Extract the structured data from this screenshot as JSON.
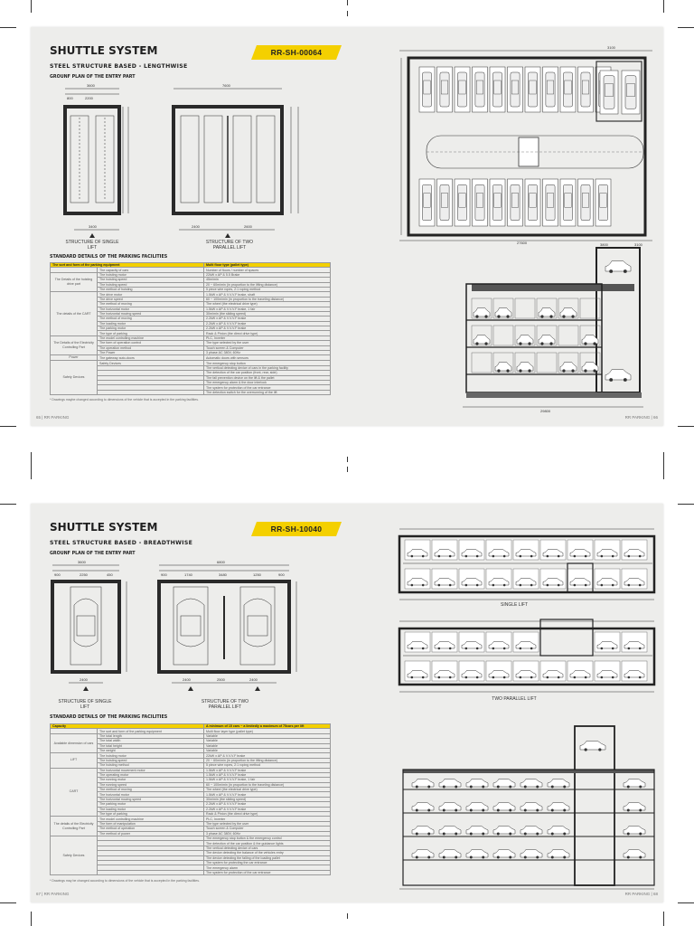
{
  "pages": [
    {
      "title": "SHUTTLE SYSTEM",
      "code": "RR-SH-00064",
      "subtitle": "STEEL STRUCTURE BASED - LENGTHWISE",
      "ground_plan": "GROUNF PLAN OF THE ENTRY PART",
      "caption_single": "STRUCTURE OF SINGLE LIFT",
      "caption_parallel": "STRUCTURE OF TWO PARALLEL LIFT",
      "dims_single": [
        "3600",
        "800",
        "2200",
        "3400"
      ],
      "dims_parallel": [
        "7600",
        "2400",
        "2600"
      ],
      "standard_title": "STANDARD DETAILS OF THE PARKING FACILITIES",
      "table_header": [
        "The sort and form of the parking equipment",
        "Multi floor type (pallet type)"
      ],
      "table_rows": [
        [
          "The capacity of cars",
          "Number of floors / number of spaces"
        ],
        [
          "The hoisting motor",
          "22kW x AP & 5.5 Brake"
        ],
        [
          "The hoisting speed",
          "45m/min"
        ],
        [
          "The hoisting speed",
          "20 ~ 60m/min (in proportion to the lifting distance)"
        ],
        [
          "The method of hoisting",
          "5 piece wire ropes, 2:1 roping method"
        ],
        [
          "The drive motor",
          "1.5kW x AP & V.V.V.F brake, shaft"
        ],
        [
          "The drive speed",
          "60 ~ 100m/min (in proportion to the traveling distance)"
        ],
        [
          "The method of moving",
          "The wheel (the electrical drive type)"
        ],
        [
          "The horizontal motor",
          "1.5kW x AP & V.V.V.F brake, 1 fair"
        ],
        [
          "The horizontal moving speed",
          "30m/min (the sliding speed)"
        ],
        [
          "The method of moving",
          "2.2kW x AP & V.V.V.F brake"
        ],
        [
          "The loading motor",
          "2.2kW x AP & V.V.V.F brake"
        ],
        [
          "The parking motor",
          "2.2kW x AP & V.V.V.F brake"
        ],
        [
          "The type of parking",
          "Rack & Pinion (the direct drive type)"
        ],
        [
          "The model controlling machine",
          "PLC, Inverter"
        ],
        [
          "The form of operation control",
          "The type selected by the user"
        ],
        [
          "The operation method",
          "Touch screen & Computer"
        ],
        [
          "The Power",
          "3 phase AC 380V, 60Hz"
        ],
        [
          "The gateway auto-doors",
          "Automatic doors with sensors"
        ],
        [
          "Safety Devices",
          "The emergency stop button"
        ],
        [
          "",
          "The vertical detecting device of cars in the parking facility"
        ],
        [
          "",
          "The detection of the car position (front, rear, side)"
        ],
        [
          "",
          "The fall prevention device on the lift & the pallet"
        ],
        [
          "",
          "The emergency alarm & the door interlock"
        ],
        [
          "",
          "The system for protection of the car entrance"
        ],
        [
          "",
          "The detection switch for the overrunning of the lift"
        ]
      ],
      "cat_labels": [
        "The Details of the hoisting drive part",
        "The details of the CART",
        "The Details of the Electricity Controlling Part",
        "Power",
        "Safety Devices"
      ],
      "footnote": "* Drawings maybe changed according to dimensions of the vehicle that is accepted in the parking facilities.",
      "page_left": "65 | RR PARKING",
      "page_right": "RR PARKING | 66",
      "plan_dims": [
        "27600",
        "3100",
        "3900",
        "2100",
        "5500"
      ],
      "section_dims": [
        "3800",
        "3100",
        "3900",
        "5300",
        "29800"
      ]
    },
    {
      "title": "SHUTTLE SYSTEM",
      "code": "RR-SH-10040",
      "subtitle": "STEEL STRUCTURE BASED - BREADTHWISE",
      "ground_plan": "GROUNF PLAN OF THE ENTRY PART",
      "caption_single": "STRUCTURE OF SINGLE LIFT",
      "caption_parallel": "STRUCTURE OF TWO PARALLEL LIFT",
      "dims_single": [
        "3600",
        "900",
        "2250",
        "450",
        "2400"
      ],
      "dims_parallel": [
        "6800",
        "900",
        "1740",
        "3480",
        "1250",
        "900",
        "2400",
        "2500",
        "2400"
      ],
      "standard_title": "STANDARD DETAILS OF THE PARKING FACILITIES",
      "table_header": [
        "Capacity",
        "A minimum of 15 cars ~ a limitedly a maximum of 75cars per lift"
      ],
      "table_rows": [
        [
          "The sort and form of the parking equipment",
          "Multi floor layer type (pallet type)"
        ],
        [
          "The total length",
          "Variable"
        ],
        [
          "The total width",
          "Variable"
        ],
        [
          "The total height",
          "Variable"
        ],
        [
          "The weight",
          "Variable"
        ],
        [
          "The hoisting motor",
          "22kW x AP & V.V.V.F brake"
        ],
        [
          "The hoisting speed",
          "20 ~ 60m/min (in proportion to the lifting distance)"
        ],
        [
          "The hoisting method",
          "5 piece wire ropes, 2:1 roping method"
        ],
        [
          "The horizontal movement motor",
          "1.5kW x AP & V.V.V.F brake"
        ],
        [
          "The operating motor",
          "1.5kW x AP & V.V.V.F brake"
        ],
        [
          "The running motor",
          "1.5kW x AP & V.V.V.F brake, 1 fair"
        ],
        [
          "The running speed",
          "60 ~ 100m/min (in proportion to the traveling distance)"
        ],
        [
          "The method of moving",
          "The wheel (the electrical drive type)"
        ],
        [
          "The horizontal motor",
          "1.5kW x AP & V.V.V.F brake"
        ],
        [
          "The horizontal moving speed",
          "30m/min (the sliding speed)"
        ],
        [
          "The parking motor",
          "2.2kW x AP & V.V.V.F brake"
        ],
        [
          "The loading motor",
          "2.2kW x AP & V.V.V.F brake"
        ],
        [
          "The type of parking",
          "Rack & Pinion (the direct drive type)"
        ],
        [
          "The model controlling machine",
          "PLC, Inverter"
        ],
        [
          "The form of manipulation",
          "The type selected by the user"
        ],
        [
          "The method of operation",
          "Touch screen & Computer"
        ],
        [
          "The method of power",
          "3 phase AC 380V, 60Hz"
        ],
        [
          "",
          "The emergency stop button & the emergency control"
        ],
        [
          "",
          "The detection of the car position & the guidance lights"
        ],
        [
          "",
          "The vertical detecting device of cars"
        ],
        [
          "",
          "The device detecting the balance of the vehicles entry"
        ],
        [
          "",
          "The device detecting the falling of the loading pallet"
        ],
        [
          "",
          "The system for protecting the car entrance"
        ],
        [
          "",
          "The emergency alarm"
        ],
        [
          "",
          "The system for protection of the car entrance"
        ]
      ],
      "cat_labels": [
        "Available dimension of cars",
        "LIFT",
        "CART",
        "The details of the Electricity Controlling Part",
        "Safety Devices"
      ],
      "footnote": "* Drawings may be changed according to dimensions of the vehicle that is accepted in the parking facilities.",
      "page_left": "67 | RR PARKING",
      "page_right": "RR PARKING | 68",
      "label_single": "SINGLE LIFT",
      "label_parallel": "TWO PARALLEL LIFT"
    }
  ],
  "colors": {
    "accent": "#f4d000",
    "line": "#2a2a2a",
    "page": "#ededeb"
  }
}
